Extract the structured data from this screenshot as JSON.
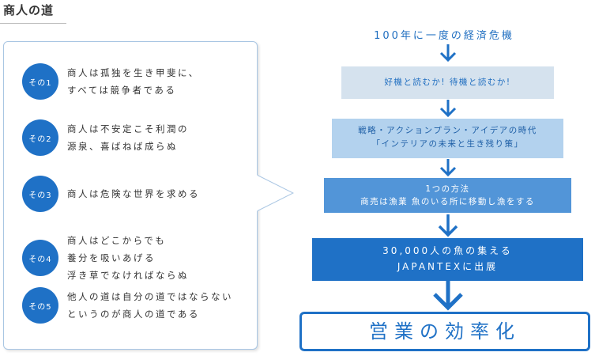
{
  "header": {
    "title": "商人の道"
  },
  "rules": [
    {
      "badge": "その1",
      "text": "商人は孤独を生き甲斐に、\nすべては競争者である"
    },
    {
      "badge": "その2",
      "text": "商人は不安定こそ利潤の\n源泉、喜ばねば成らぬ"
    },
    {
      "badge": "その3",
      "text": "商人は危険な世界を求める"
    },
    {
      "badge": "その4",
      "text": "商人はどこからでも\n養分を吸いあげる\n浮き草でなければならぬ"
    },
    {
      "badge": "その5",
      "text": "他人の道は自分の道ではならない\nというのが商人の道である"
    }
  ],
  "flow": {
    "header": "100年に一度の経済危機",
    "steps": [
      "好機と読むか! 待機と読むか!",
      "戦略・アクションプラン・アイデアの時代\n「インテリアの未来と生き残り策」",
      "1つの方法\n商売は漁業 魚のいる所に移動し漁をする",
      "30,000人の魚の集える\nJAPANTEXに出展",
      "営業の効率化"
    ]
  },
  "colors": {
    "accent": "#1f71c6",
    "step1": "#d5e2ee",
    "step2": "#b3d2ee",
    "step3": "#5295d8",
    "panel_border": "#a9c6e3"
  },
  "icons": {
    "arrow": "down-arrow-icon",
    "badge": "circle-badge"
  }
}
